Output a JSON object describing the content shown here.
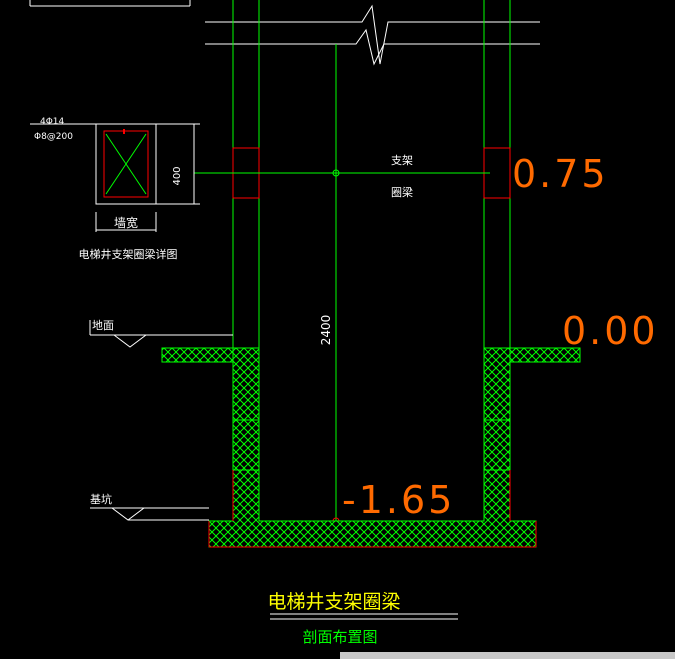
{
  "colors": {
    "background": "#000000",
    "structure_green": "#00ff00",
    "elevation_orange": "#ff6a00",
    "section_red": "#ff0000",
    "label_white": "#ffffff",
    "title_yellow": "#ffff00",
    "subtitle_green": "#00ff00"
  },
  "detail": {
    "rebar_main": "4Φ14",
    "rebar_stirrup": "Φ8@200",
    "height_dim": "400",
    "width_label": "墙宽",
    "caption": "电梯井支架圈梁详图"
  },
  "section": {
    "beam_label_1": "支架",
    "beam_label_2": "圈梁",
    "depth_dim": "2400",
    "ground_label": "地面",
    "pit_label": "基坑"
  },
  "elevations": {
    "beam_top": "0.75",
    "ground": "0.00",
    "pit_bottom": "-1.65"
  },
  "drawing_title": {
    "title": "电梯井支架圈梁",
    "subtitle": "剖面布置图"
  }
}
